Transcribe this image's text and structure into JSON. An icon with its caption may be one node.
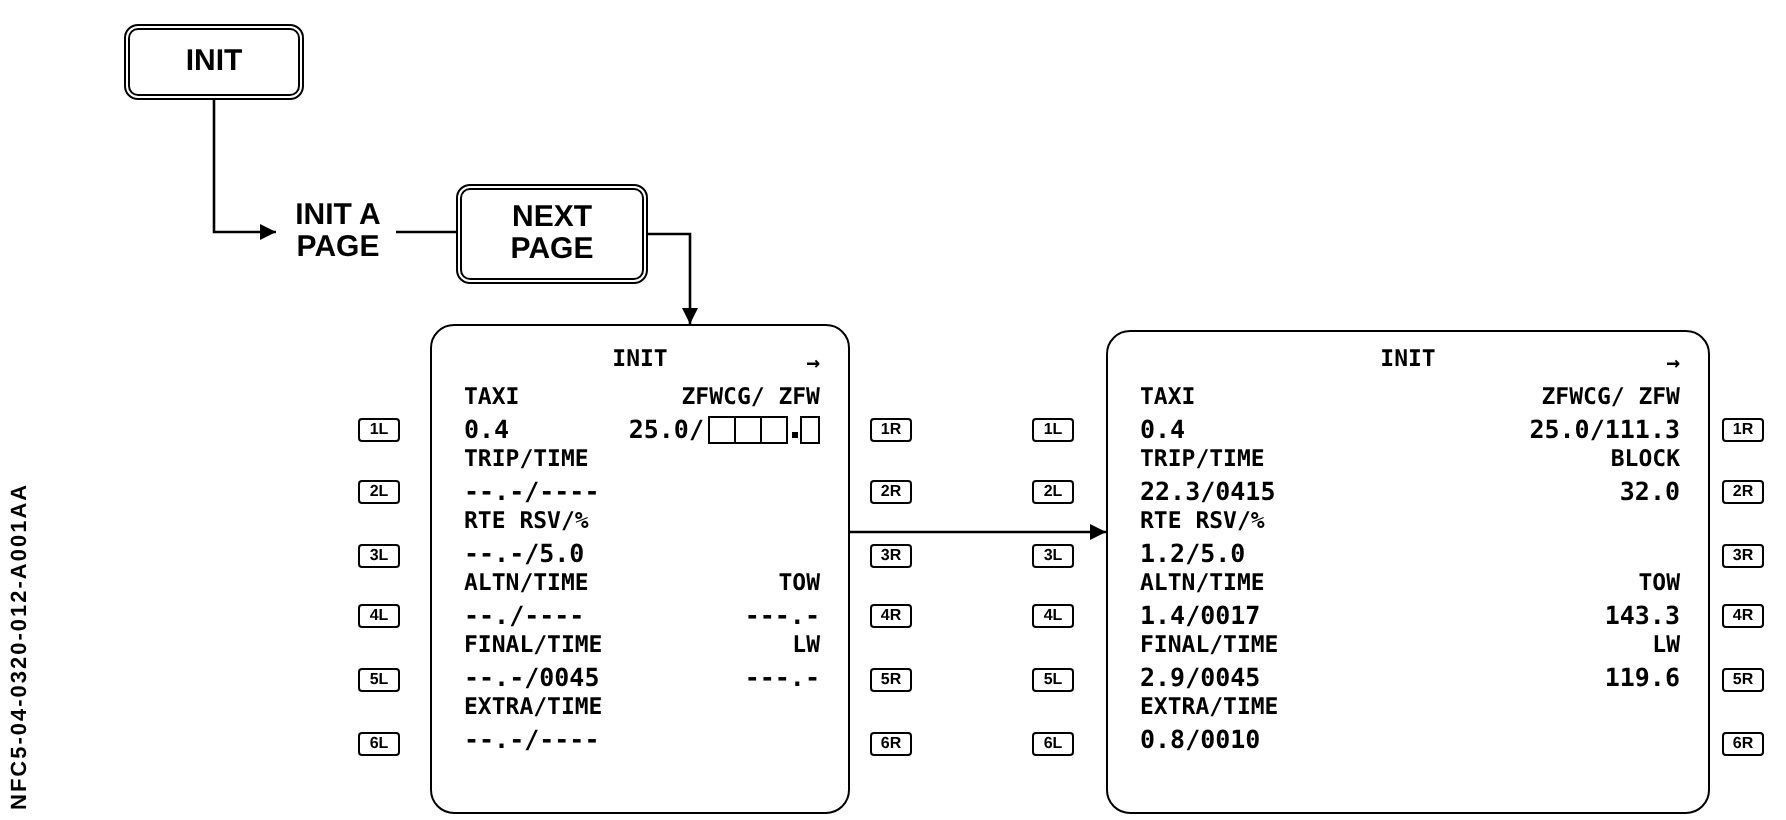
{
  "diagram": {
    "nodes": [
      {
        "text": [
          "INIT"
        ]
      },
      {
        "text": [
          "INIT A PAGE"
        ]
      },
      {
        "text": [
          "NEXT PAGE"
        ]
      },
      {
        "text": [
          "INIT",
          "→",
          "TAXI",
          "0.4",
          "TRIP/TIME",
          "--.-/----",
          "RTE RSV/%",
          "--.-/5.0",
          "ALTN/TIME",
          "--./----",
          "FINAL/TIME",
          "--.-/0045",
          "EXTRA/TIME",
          "--.-/----",
          "ZFWCG/ ZFW",
          "25.0/",
          "TOW",
          "---.-",
          "LW",
          "---.-"
        ]
      },
      {
        "text": [
          "1L"
        ]
      },
      {
        "text": [
          "2L"
        ]
      },
      {
        "text": [
          "3L"
        ]
      },
      {
        "text": [
          "4L"
        ]
      },
      {
        "text": [
          "5L"
        ]
      },
      {
        "text": [
          "6L"
        ]
      },
      {
        "text": [
          "1R"
        ]
      },
      {
        "text": [
          "2R"
        ]
      },
      {
        "text": [
          "3R"
        ]
      },
      {
        "text": [
          "4R"
        ]
      },
      {
        "text": [
          "5R"
        ]
      },
      {
        "text": [
          "6R"
        ]
      },
      {
        "text": [
          "INIT",
          "→",
          "TAXI",
          "0.4",
          "TRIP/TIME",
          "22.3/0415",
          "RTE RSV/%",
          "1.2/5.0",
          "ALTN/TIME",
          "1.4/0017",
          "FINAL/TIME",
          "2.9/0045",
          "EXTRA/TIME",
          "0.8/0010",
          "ZFWCG/ ZFW",
          "25.0/111.3",
          "BLOCK",
          "32.0",
          "TOW",
          "143.3",
          "LW",
          "119.6"
        ]
      },
      {
        "text": [
          "1L"
        ]
      },
      {
        "text": [
          "2L"
        ]
      },
      {
        "text": [
          "3L"
        ]
      },
      {
        "text": [
          "4L"
        ]
      },
      {
        "text": [
          "5L"
        ]
      },
      {
        "text": [
          "6L"
        ]
      },
      {
        "text": [
          "1R"
        ]
      },
      {
        "text": [
          "2R"
        ]
      },
      {
        "text": [
          "3R"
        ]
      },
      {
        "text": [
          "4R"
        ]
      },
      {
        "text": [
          "5R"
        ]
      },
      {
        "text": [
          "6R"
        ]
      }
    ],
    "edges": [
      {
        "from": 0,
        "to": 1,
        "arrow": "to"
      },
      {
        "from": 1,
        "to": 2,
        "arrow": "none"
      },
      {
        "from": 2,
        "to": 3,
        "arrow": "to"
      },
      {
        "from": 3,
        "to": 16,
        "arrow": "to"
      }
    ],
    "labels": [
      "NFC5-04-0320-012-A001AA"
    ]
  }
}
